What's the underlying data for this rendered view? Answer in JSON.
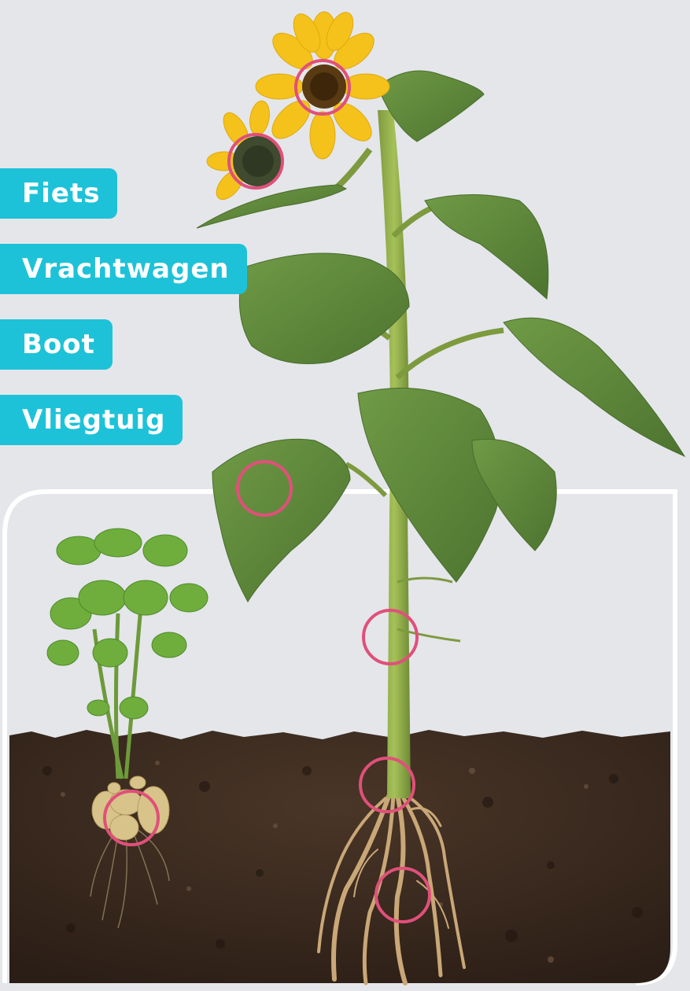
{
  "labels": [
    {
      "text": "Fiets"
    },
    {
      "text": "Vrachtwagen"
    },
    {
      "text": "Boot"
    },
    {
      "text": "Vliegtuig"
    }
  ],
  "colors": {
    "label_background": "#1ec2d8",
    "label_text": "#ffffff",
    "marker_ring": "#e0507a",
    "background": "#e4e6ea",
    "soil": "#3a2a20",
    "leaf": "#5f8a3a",
    "petal": "#f4c21a"
  },
  "markers": [
    {
      "target": "sunflower-head-open"
    },
    {
      "target": "sunflower-head-back"
    },
    {
      "target": "sunflower-leaf"
    },
    {
      "target": "sunflower-stem-upper"
    },
    {
      "target": "sunflower-stem-base"
    },
    {
      "target": "sunflower-roots"
    },
    {
      "target": "potato-tubers"
    }
  ]
}
